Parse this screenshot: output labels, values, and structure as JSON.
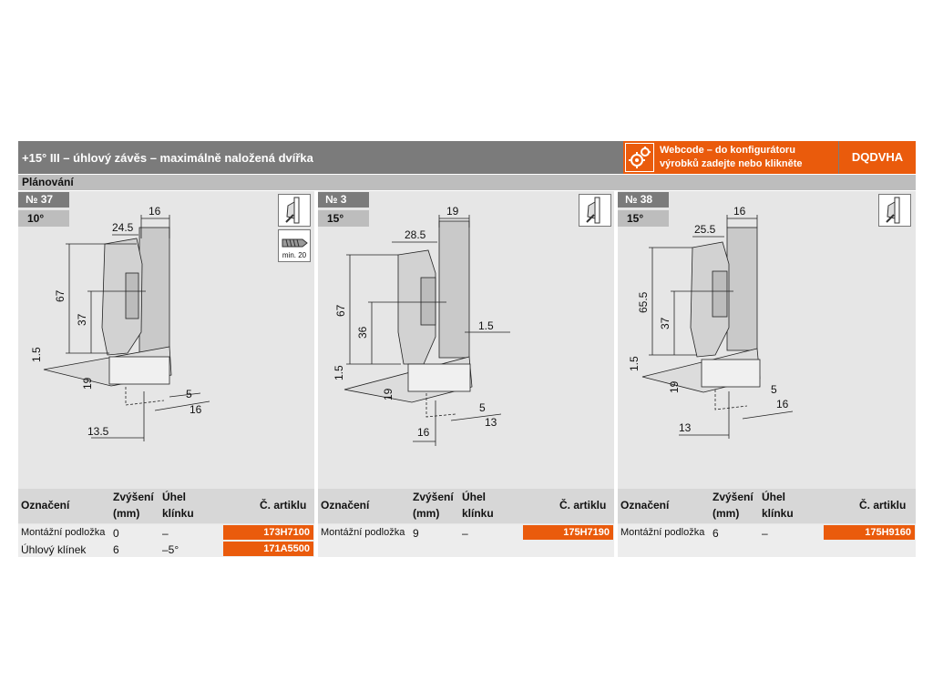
{
  "header": {
    "title": "+15° III – úhlový závěs – maximálně naložená dvířka",
    "webcode_line1": "Webcode – do konfigurátoru",
    "webcode_line2": "výrobků zadejte nebo klikněte",
    "webcode_code": "DQDVHA"
  },
  "subheader": {
    "title": "Plánování"
  },
  "panels": [
    {
      "number": "№ 37",
      "angle": "10°",
      "screw_label": "min. 20",
      "dims": {
        "top": "16",
        "width": "24.5",
        "h1": "67",
        "h2": "37",
        "gap": "1.5",
        "plate": "19",
        "d5": "5",
        "d16": "16",
        "bottom": "13.5"
      },
      "table": {
        "headers": [
          "Označení",
          "Zvýšení",
          "(mm)",
          "Úhel",
          "klínku",
          "Č. artiklu"
        ],
        "rows": [
          {
            "name": "Montážní podložka",
            "rise": "0",
            "angle": "–",
            "article": "173H7100"
          },
          {
            "name": "Úhlový klínek",
            "rise": "6",
            "angle": "–5°",
            "article": "171A5500"
          }
        ]
      }
    },
    {
      "number": "№ 3",
      "angle": "15°",
      "dims": {
        "top": "19",
        "width": "28.5",
        "h1": "67",
        "h2": "36",
        "side": "1.5",
        "gap": "1.5",
        "plate": "19",
        "bottom": "16",
        "d5": "5",
        "d13": "13"
      },
      "table": {
        "headers": [
          "Označení",
          "Zvýšení",
          "(mm)",
          "Úhel",
          "klínku",
          "Č. artiklu"
        ],
        "rows": [
          {
            "name": "Montážní podložka",
            "rise": "9",
            "angle": "–",
            "article": "175H7190"
          }
        ]
      }
    },
    {
      "number": "№ 38",
      "angle": "15°",
      "dims": {
        "top": "16",
        "width": "25.5",
        "h1": "65.5",
        "h2": "37",
        "gap": "1.5",
        "plate": "19",
        "d5": "5",
        "d16": "16",
        "bottom": "13"
      },
      "table": {
        "headers": [
          "Označení",
          "Zvýšení",
          "(mm)",
          "Úhel",
          "klínku",
          "Č. artiklu"
        ],
        "rows": [
          {
            "name": "Montážní podložka",
            "rise": "6",
            "angle": "–",
            "article": "175H9160"
          }
        ]
      }
    }
  ]
}
